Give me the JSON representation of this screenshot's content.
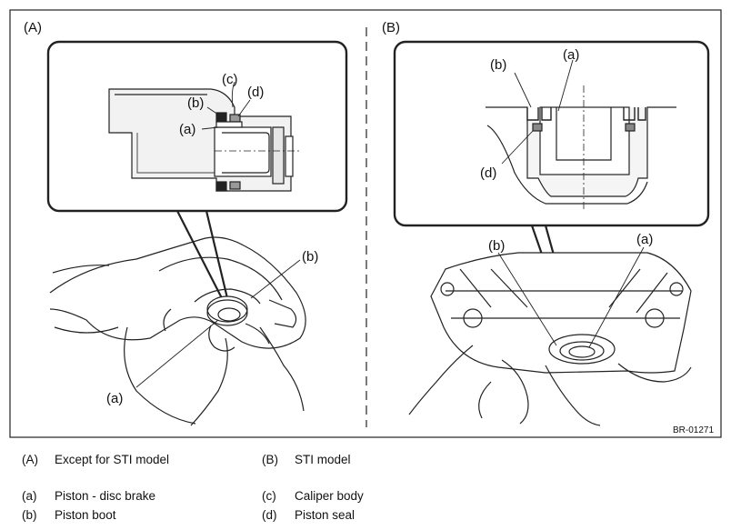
{
  "panels": {
    "A": {
      "label": "(A)"
    },
    "B": {
      "label": "(B)"
    }
  },
  "callouts": {
    "a": "(a)",
    "b": "(b)",
    "c": "(c)",
    "d": "(d)"
  },
  "figure_id": "BR-01271",
  "legend": {
    "A": {
      "key": "(A)",
      "text": "Except for STI model"
    },
    "B": {
      "key": "(B)",
      "text": "STI model"
    },
    "a": {
      "key": "(a)",
      "text": "Piston - disc brake"
    },
    "b": {
      "key": "(b)",
      "text": "Piston boot"
    },
    "c": {
      "key": "(c)",
      "text": "Caliper body"
    },
    "d": {
      "key": "(d)",
      "text": "Piston seal"
    }
  }
}
